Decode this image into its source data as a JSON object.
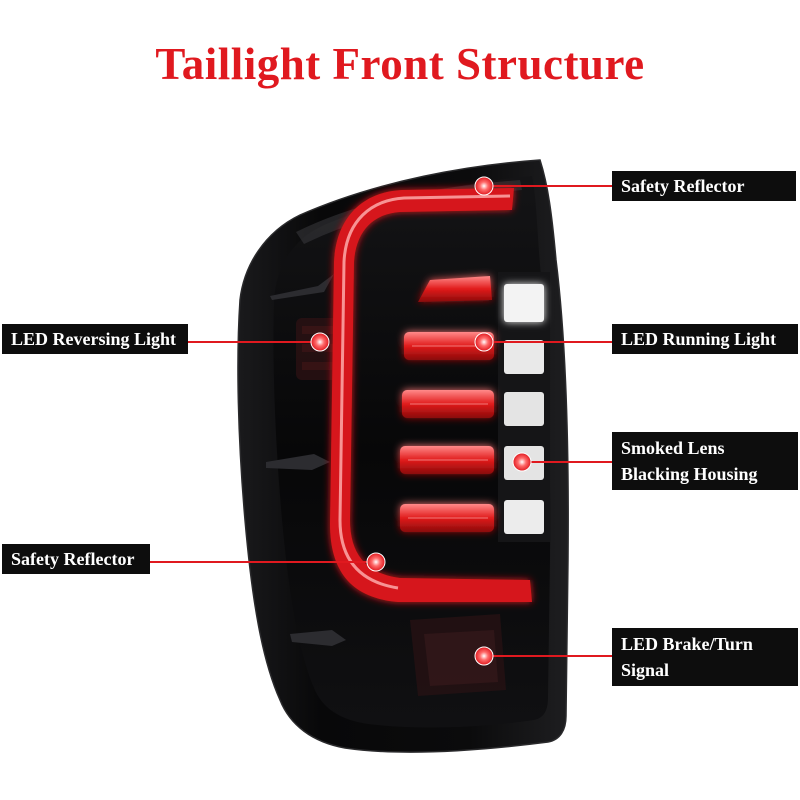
{
  "title": "Taillight Front Structure",
  "colors": {
    "title": "#e0191f",
    "callout": "#e0191f",
    "label_bg": "#0d0d0d",
    "label_text": "#ffffff"
  },
  "callouts": [
    {
      "id": "top-reflector",
      "lines": [
        "Safety Reflector"
      ]
    },
    {
      "id": "reversing",
      "lines": [
        "LED Reversing Light"
      ]
    },
    {
      "id": "running",
      "lines": [
        "LED Running Light"
      ]
    },
    {
      "id": "smoked",
      "lines": [
        "Smoked Lens",
        "Blacking Housing"
      ]
    },
    {
      "id": "bottom-reflector",
      "lines": [
        "Safety Reflector"
      ]
    },
    {
      "id": "brake",
      "lines": [
        "LED Brake/Turn",
        "Signal"
      ]
    }
  ]
}
